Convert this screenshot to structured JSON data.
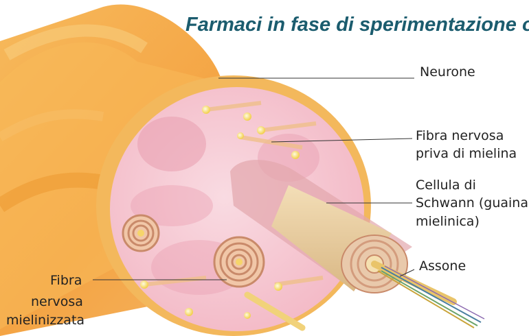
{
  "title": "Farmaci in fase di sperimentazione o",
  "labels": {
    "neurone": "Neurone",
    "fibra_priva_line1": "Fibra nervosa",
    "fibra_priva_line2": "priva di mielina",
    "schwann_line1": "Cellula di",
    "schwann_line2": "Schwann (guaina",
    "schwann_line3": "mielinica)",
    "assone": "Assone",
    "fibra_mielin_line1": "Fibra",
    "fibra_mielin_line2": "nervosa",
    "fibra_mielin_line3": "mielinizzata"
  },
  "colors": {
    "title": "#1b5c6e",
    "outer_sheath": "#f4a63c",
    "cross_section": "#f5c4cf",
    "schwann": "#e9cfa1",
    "axon_dot": "#f7e07a"
  }
}
